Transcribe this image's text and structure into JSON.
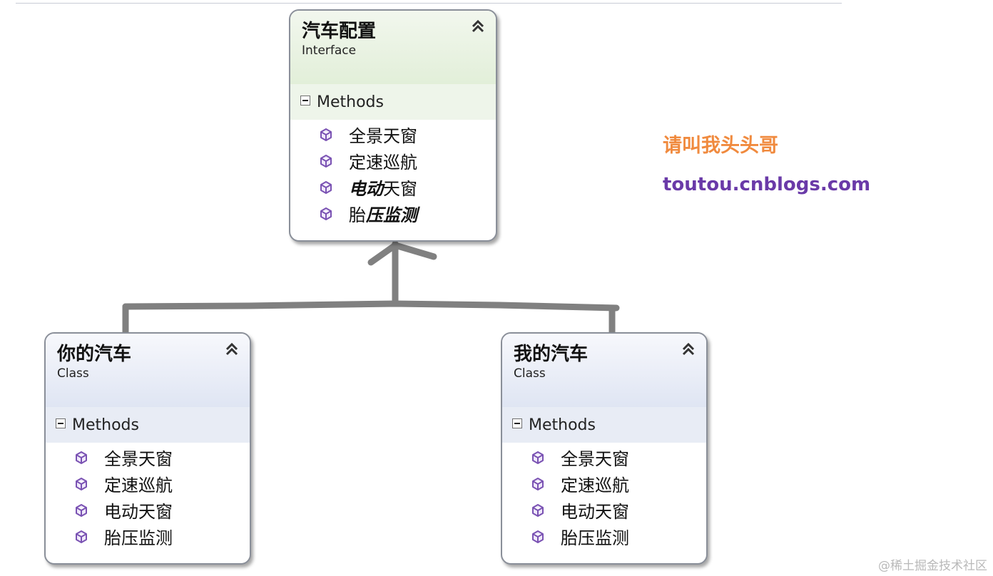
{
  "diagram": {
    "interface": {
      "title": "汽车配置",
      "stereotype": "Interface",
      "section": "Methods",
      "methods": [
        {
          "normal": "全景天窗",
          "styled": ""
        },
        {
          "normal": "定速巡航",
          "styled": ""
        },
        {
          "styled": "电动",
          "normal": "天窗"
        },
        {
          "normal": "胎",
          "styled": "压监测"
        }
      ]
    },
    "class_left": {
      "title": "你的汽车",
      "stereotype": "Class",
      "section": "Methods",
      "methods": [
        "全景天窗",
        "定速巡航",
        "电动天窗",
        "胎压监测"
      ]
    },
    "class_right": {
      "title": "我的汽车",
      "stereotype": "Class",
      "section": "Methods",
      "methods": [
        "全景天窗",
        "定速巡航",
        "电动天窗",
        "胎压监测"
      ]
    }
  },
  "annotation": {
    "line1": "请叫我头头哥",
    "line2": "toutou.cnblogs.com"
  },
  "watermark": "@稀土掘金技术社区",
  "colors": {
    "connector": "#808080",
    "method_icon": "#7a52b3",
    "annotation_orange": "#f08a3e",
    "annotation_purple": "#6a3aa8"
  },
  "icons": {
    "collapse": "double-chevron-up-icon",
    "section_toggle": "minus-box-icon",
    "method": "method-cube-icon"
  }
}
